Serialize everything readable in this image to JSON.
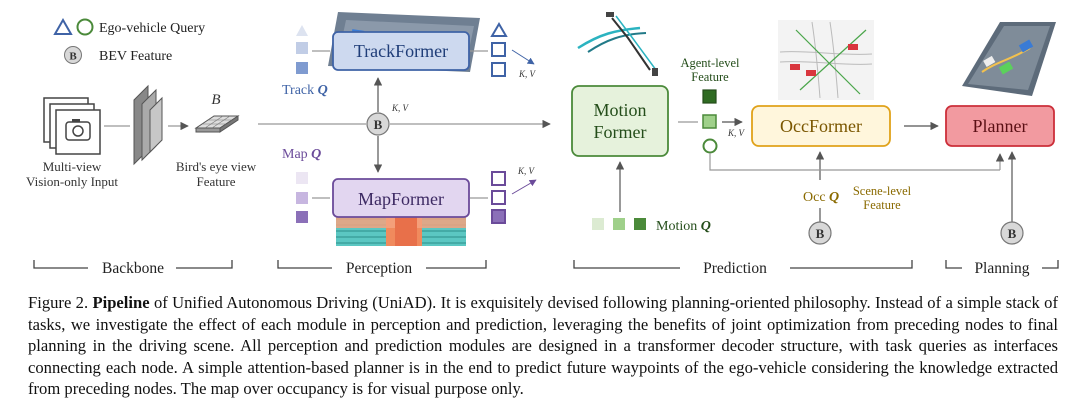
{
  "legend": {
    "query_label": "Ego-vehicle Query",
    "bev_label": "BEV Feature",
    "bev_glyph": "B"
  },
  "backbone": {
    "input_line1": "Multi-view",
    "input_line2": "Vision-only Input",
    "bev_symbol": "B",
    "bev_line1": "Bird's eye view",
    "bev_line2": "Feature"
  },
  "perception": {
    "trackformer": "TrackFormer",
    "mapformer": "MapFormer",
    "track_q_prefix": "Track ",
    "map_q_prefix": "Map ",
    "q_symbol": "Q",
    "kv_label": "K, V",
    "bev_glyph": "B"
  },
  "prediction": {
    "motionformer_line1": "Motion",
    "motionformer_line2": "Former",
    "occformer": "OccFormer",
    "agent_feature_line1": "Agent-level",
    "agent_feature_line2": "Feature",
    "scene_feature_line1": "Scene-level",
    "scene_feature_line2": "Feature",
    "motion_q_prefix": "Motion ",
    "occ_q_prefix": "Occ ",
    "q_symbol": "Q",
    "kv_label": "K, V",
    "bev_glyph": "B"
  },
  "planning": {
    "planner": "Planner",
    "bev_glyph": "B"
  },
  "stages": {
    "backbone": "Backbone",
    "perception": "Perception",
    "prediction": "Prediction",
    "planning": "Planning"
  },
  "caption": {
    "figure_label": "Figure 2.",
    "bold_title": "Pipeline",
    "body": "of Unified Autonomous Driving (UniAD). It is exquisitely devised following planning-oriented philosophy. Instead of a simple stack of tasks, we investigate the effect of each module in perception and prediction, leveraging the benefits of joint optimization from preceding nodes to final planning in the driving scene. All perception and prediction modules are designed in a transformer decoder structure, with task queries as interfaces connecting each node. A simple attention-based planner is in the end to predict future waypoints of the ego-vehicle considering the knowledge extracted from preceding nodes. The map over occupancy is for visual purpose only."
  },
  "colors": {
    "track_blue": "#3f63a6",
    "track_fill": "#cdd9ef",
    "map_purple": "#6b4b9a",
    "map_fill": "#e2d6f0",
    "motion_green": "#4b8a3a",
    "motion_fill": "#e6f2dc",
    "occ_orange": "#e0a21a",
    "occ_fill": "#fff6dc",
    "planner_red": "#cc2f3a",
    "planner_fill": "#f29aa0",
    "line_gray": "#888888",
    "occ_text": "#8a6a00"
  }
}
